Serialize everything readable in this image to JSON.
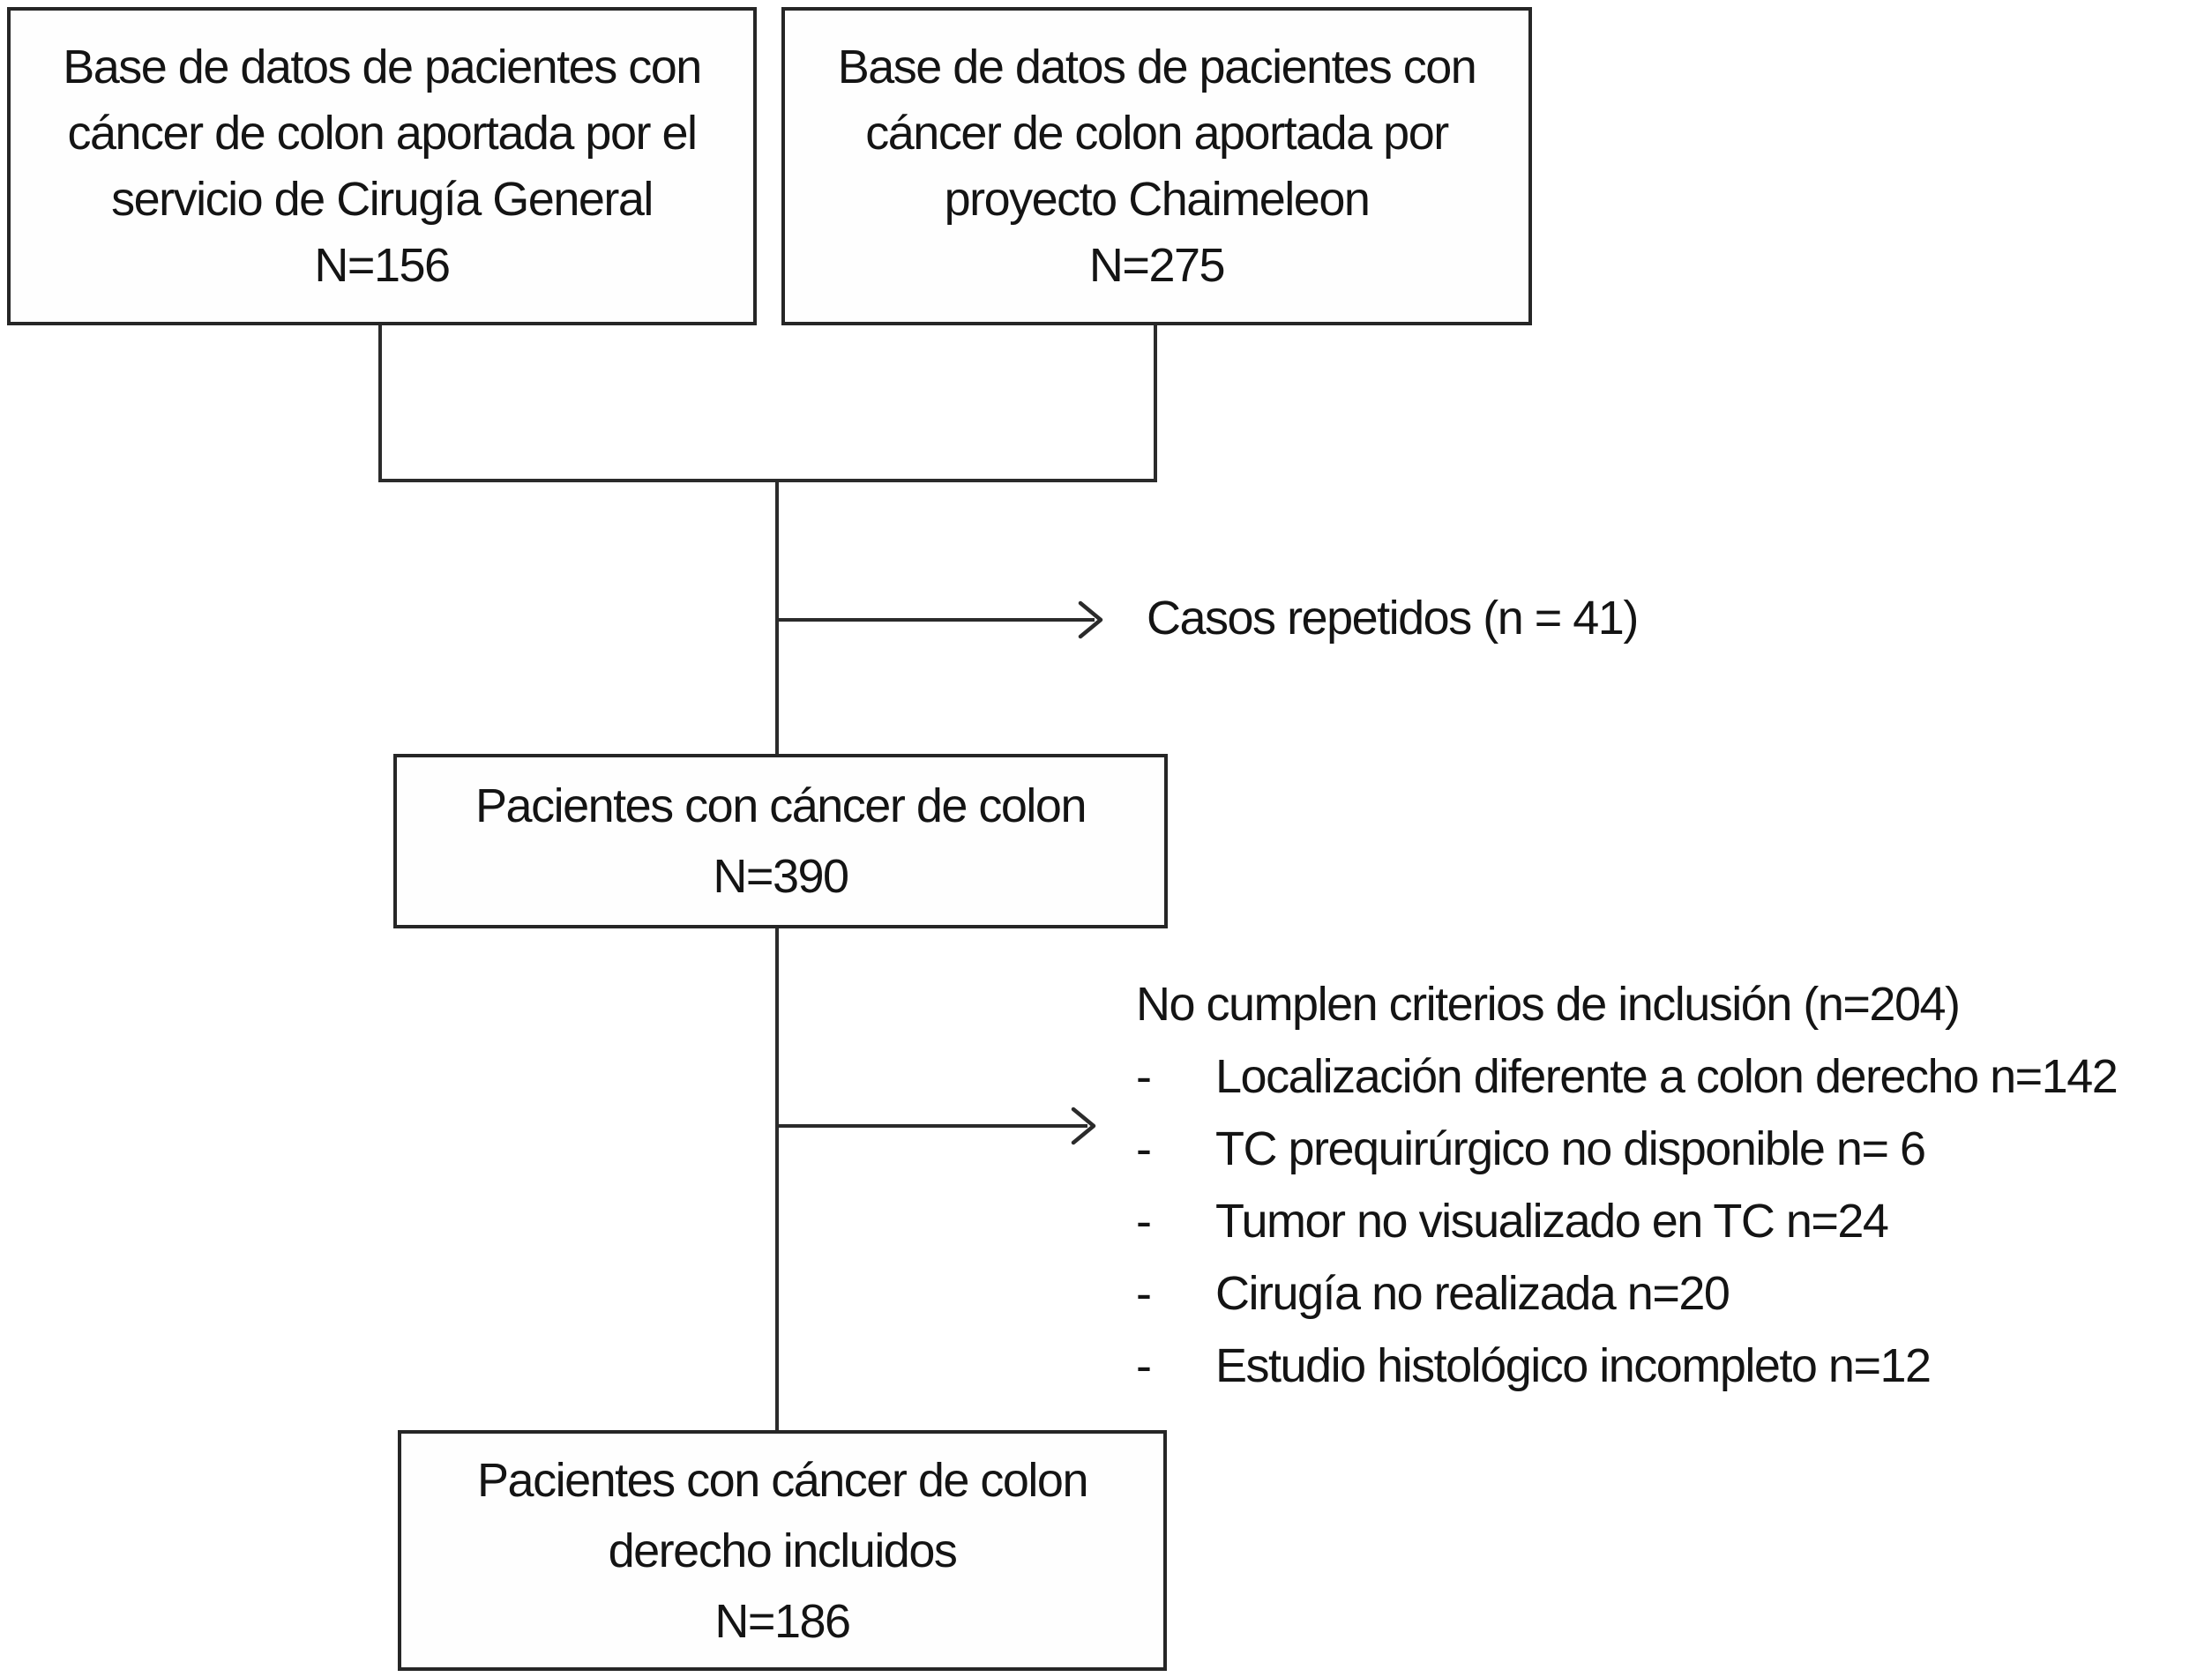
{
  "diagram": {
    "boxes": {
      "source_cirugia": {
        "lines": [
          "Base de datos de pacientes con",
          "cáncer de colon aportada por el",
          "servicio de Cirugía General",
          "N=156"
        ]
      },
      "source_chaimeleon": {
        "lines": [
          "Base de datos de pacientes con",
          "cáncer de colon aportada por",
          "proyecto Chaimeleon",
          "N=275"
        ]
      },
      "pooled": {
        "lines": [
          "Pacientes con cáncer de colon",
          "N=390"
        ]
      },
      "included": {
        "lines": [
          "Pacientes con cáncer de colon",
          "derecho incluidos",
          "N=186"
        ]
      }
    },
    "annotations": {
      "repeated_cases": "Casos repetidos (n = 41)",
      "exclusion_header": "No cumplen criterios de inclusión (n=204)",
      "exclusion_items": [
        {
          "bullet": "-",
          "text": "Localización diferente a colon derecho n=142"
        },
        {
          "bullet": "-",
          "text": "TC prequirúrgico no disponible n= 6"
        },
        {
          "bullet": "-",
          "text": "Tumor no visualizado en TC n=24"
        },
        {
          "bullet": "-",
          "text": "Cirugía no realizada n=20"
        },
        {
          "bullet": "-",
          "text": "Estudio histológico incompleto n=12"
        }
      ]
    },
    "colors": {
      "line": "#2b2b2b",
      "border": "#262626",
      "text": "#141414",
      "background": "#ffffff"
    }
  }
}
